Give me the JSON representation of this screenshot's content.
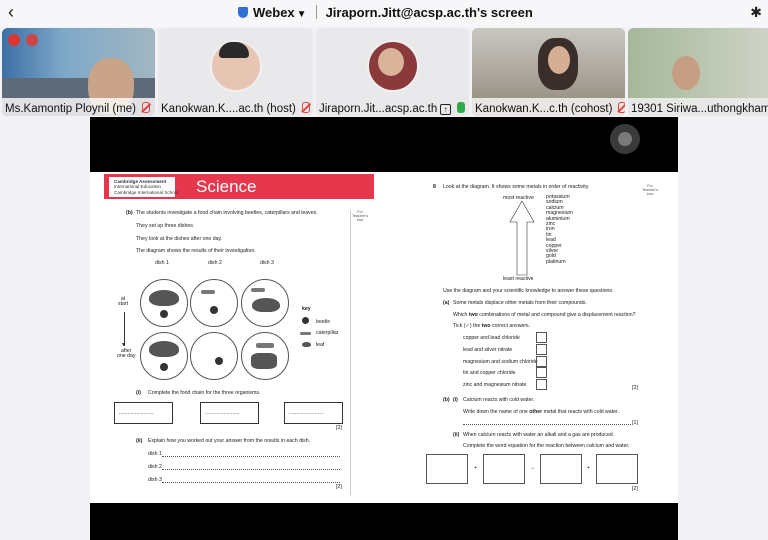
{
  "topbar": {
    "app_name": "Webex",
    "screen_title": "Jiraporn.Jitt@acsp.ac.th's screen"
  },
  "participants": [
    {
      "label": "Ms.Kamontip Ploynil (me)"
    },
    {
      "label": "Kanokwan.K....ac.th (host)"
    },
    {
      "label": "Jiraporn.Jit...acsp.ac.th"
    },
    {
      "label": "Kanokwan.K...c.th (cohost)"
    },
    {
      "label": "19301 Siriwa...uthongkham"
    }
  ],
  "doc": {
    "logo": {
      "line1": "Cambridge Assessment",
      "line2": "International Education",
      "line3": "Cambridge International School"
    },
    "subject": "Science",
    "left": {
      "q_b": "(b)",
      "intro1": "The students investigate a food chain involving beetles, caterpillars and leaves.",
      "intro2": "They set up three dishes.",
      "intro3": "They look at the dishes after one day.",
      "intro4": "The diagram shows the results of their investigation.",
      "dish1": "dish 1",
      "dish2": "dish 2",
      "dish3": "dish 3",
      "at_start": "at\nstart",
      "after": "after\none day",
      "key": "key",
      "beetle": "beetle",
      "caterpillar": "caterpillar",
      "leaf": "leaf",
      "qi_num": "(i)",
      "qi": "Complete the food chain for the three organisms.",
      "ans_dots": "........................",
      "mark2": "[2]",
      "qii_num": "(ii)",
      "qii": "Explain how you worked out your answer from the results in each dish.",
      "d1": "dish 1",
      "d2": "dish 2",
      "d3": "dish 3",
      "margin": "For\nTeacher's\nUse"
    },
    "right": {
      "qnum": "8",
      "intro": "Look at the diagram. It shows some metals in order of reactivity.",
      "most": "most reactive",
      "least": "least reactive",
      "metals": [
        "potassium",
        "sodium",
        "calcium",
        "magnesium",
        "aluminium",
        "zinc",
        "iron",
        "tin",
        "lead",
        "copper",
        "silver",
        "gold",
        "platinum"
      ],
      "use": "Use the diagram and your scientific knowledge to answer these questions.",
      "a_num": "(a)",
      "a_text": "Some metals displace other metals from their compounds.",
      "a_q_pre": "Which ",
      "a_q_bold": "two",
      "a_q_post": " combinations of metal and compound give a displacement reaction?",
      "tick_pre": "Tick (✓) the ",
      "tick_bold": "two",
      "tick_post": " correct answers.",
      "options": [
        "copper and lead chloride",
        "lead and silver nitrate",
        "magnesium and sodium chloride",
        "tin and copper chloride",
        "zinc and magnesium nitrate"
      ],
      "mark_a": "[2]",
      "b_num": "(b)",
      "bi_num": "(i)",
      "bi": "Calcium reacts with cold water.",
      "bi_q_pre": "Write down the name of one ",
      "bi_q_bold": "other",
      "bi_q_post": " metal that reacts with cold water.",
      "mark_bi": "[1]",
      "bii_num": "(ii)",
      "bii": "When calcium reacts with water an alkali and a gas are produced.",
      "bii_q": "Complete the word equation for the reaction between calcium and water.",
      "plus": "+",
      "arrow": "→",
      "mark_bii": "[2]",
      "margin": "For\nTeacher's\nUse"
    }
  }
}
